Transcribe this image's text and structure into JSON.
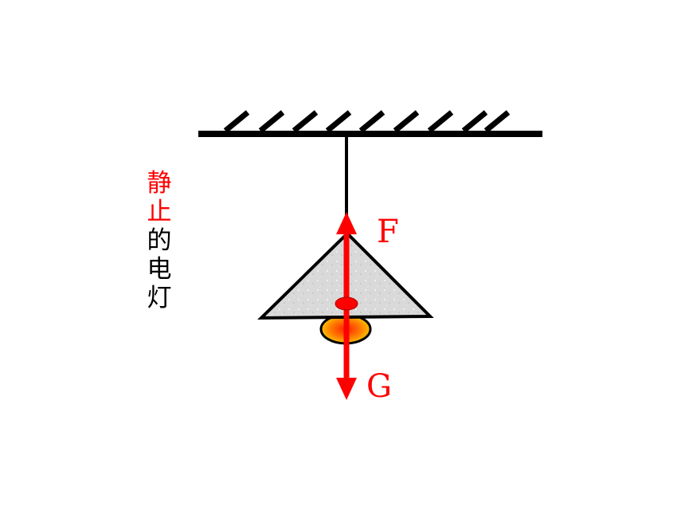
{
  "caption": {
    "chars": [
      {
        "text": "静",
        "color": "#ff0000"
      },
      {
        "text": "止",
        "color": "#ff0000"
      },
      {
        "text": "的",
        "color": "#000000"
      },
      {
        "text": "电",
        "color": "#000000"
      },
      {
        "text": "灯",
        "color": "#000000"
      }
    ]
  },
  "forces": {
    "up": {
      "label": "F"
    },
    "down": {
      "label": "G"
    }
  },
  "colors": {
    "force": "#ff0000",
    "ceiling": "#000000",
    "lampshade_fill": "#d9d9d9",
    "bulb_outer": "#ffd000",
    "bulb_inner": "#ff3300"
  }
}
